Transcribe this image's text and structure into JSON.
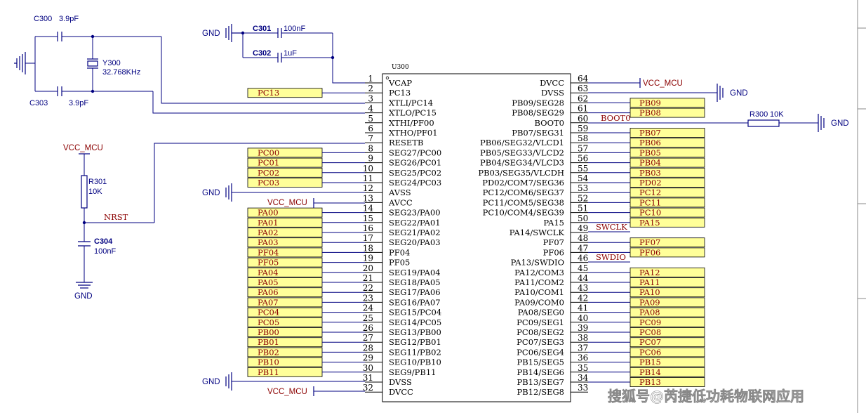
{
  "chip": {
    "designator": "U300",
    "left_pins": [
      {
        "num": "1",
        "name": "VCAP"
      },
      {
        "num": "2",
        "name": "PC13"
      },
      {
        "num": "3",
        "name": "XTLI/PC14"
      },
      {
        "num": "4",
        "name": "XTLO/PC15"
      },
      {
        "num": "5",
        "name": "XTHI/PF00"
      },
      {
        "num": "6",
        "name": "XTHO/PF01"
      },
      {
        "num": "7",
        "name": "RESETB"
      },
      {
        "num": "8",
        "name": "SEG27/PC00"
      },
      {
        "num": "9",
        "name": "SEG26/PC01"
      },
      {
        "num": "10",
        "name": "SEG25/PC02"
      },
      {
        "num": "11",
        "name": "SEG24/PC03"
      },
      {
        "num": "12",
        "name": "AVSS"
      },
      {
        "num": "13",
        "name": "AVCC"
      },
      {
        "num": "14",
        "name": "SEG23/PA00"
      },
      {
        "num": "15",
        "name": "SEG22/PA01"
      },
      {
        "num": "16",
        "name": "SEG21/PA02"
      },
      {
        "num": "17",
        "name": "SEG20/PA03"
      },
      {
        "num": "18",
        "name": "PF04"
      },
      {
        "num": "19",
        "name": "PF05"
      },
      {
        "num": "20",
        "name": "SEG19/PA04"
      },
      {
        "num": "21",
        "name": "SEG18/PA05"
      },
      {
        "num": "22",
        "name": "SEG17/PA06"
      },
      {
        "num": "23",
        "name": "SEG16/PA07"
      },
      {
        "num": "24",
        "name": "SEG15/PC04"
      },
      {
        "num": "25",
        "name": "SEG14/PC05"
      },
      {
        "num": "26",
        "name": "SEG13/PB00"
      },
      {
        "num": "27",
        "name": "SEG12/PB01"
      },
      {
        "num": "28",
        "name": "SEG11/PB02"
      },
      {
        "num": "29",
        "name": "SEG10/PB10"
      },
      {
        "num": "30",
        "name": "SEG9/PB11"
      },
      {
        "num": "31",
        "name": "DVSS"
      },
      {
        "num": "32",
        "name": "DVCC"
      }
    ],
    "right_pins": [
      {
        "num": "64",
        "name": "DVCC"
      },
      {
        "num": "63",
        "name": "DVSS"
      },
      {
        "num": "62",
        "name": "PB09/SEG28"
      },
      {
        "num": "61",
        "name": "PB08/SEG29"
      },
      {
        "num": "60",
        "name": "BOOT0"
      },
      {
        "num": "59",
        "name": "PB07/SEG31"
      },
      {
        "num": "58",
        "name": "PB06/SEG32/VLCD1"
      },
      {
        "num": "57",
        "name": "PB05/SEG33/VLCD2"
      },
      {
        "num": "56",
        "name": "PB04/SEG34/VLCD3"
      },
      {
        "num": "55",
        "name": "PB03/SEG35/VLCDH"
      },
      {
        "num": "54",
        "name": "PD02/COM7/SEG36"
      },
      {
        "num": "53",
        "name": "PC12/COM6/SEG37"
      },
      {
        "num": "52",
        "name": "PC11/COM5/SEG38"
      },
      {
        "num": "51",
        "name": "PC10/COM4/SEG39"
      },
      {
        "num": "50",
        "name": "PA15"
      },
      {
        "num": "49",
        "name": "PA14/SWCLK"
      },
      {
        "num": "48",
        "name": "PF07"
      },
      {
        "num": "47",
        "name": "PF06"
      },
      {
        "num": "46",
        "name": "PA13/SWDIO"
      },
      {
        "num": "45",
        "name": "PA12/COM3"
      },
      {
        "num": "44",
        "name": "PA11/COM2"
      },
      {
        "num": "43",
        "name": "PA10/COM1"
      },
      {
        "num": "42",
        "name": "PA09/COM0"
      },
      {
        "num": "41",
        "name": "PA08/SEG0"
      },
      {
        "num": "40",
        "name": "PC09/SEG1"
      },
      {
        "num": "39",
        "name": "PC08/SEG2"
      },
      {
        "num": "38",
        "name": "PC07/SEG3"
      },
      {
        "num": "37",
        "name": "PC06/SEG4"
      },
      {
        "num": "36",
        "name": "PB15/SEG5"
      },
      {
        "num": "35",
        "name": "PB14/SEG6"
      },
      {
        "num": "34",
        "name": "PB13/SEG7"
      },
      {
        "num": "33",
        "name": "PB12/SEG8"
      }
    ]
  },
  "left_nets": {
    "2": "PC13",
    "8": "PC00",
    "9": "PC01",
    "10": "PC02",
    "11": "PC03",
    "14": "PA00",
    "15": "PA01",
    "16": "PA02",
    "17": "PA03",
    "18": "PF04",
    "19": "PF05",
    "20": "PA04",
    "21": "PA05",
    "22": "PA06",
    "23": "PA07",
    "24": "PC04",
    "25": "PC05",
    "26": "PB00",
    "27": "PB01",
    "28": "PB02",
    "29": "PB10",
    "30": "PB11"
  },
  "right_nets": {
    "62": "PB09",
    "61": "PB08",
    "59": "PB07",
    "58": "PB06",
    "57": "PB05",
    "56": "PB04",
    "55": "PB03",
    "54": "PD02",
    "53": "PC12",
    "52": "PC11",
    "51": "PC10",
    "50": "PA15",
    "48": "PF07",
    "47": "PF06",
    "45": "PA12",
    "44": "PA11",
    "43": "PA10",
    "42": "PA09",
    "41": "PA08",
    "40": "PC09",
    "39": "PC08",
    "38": "PC07",
    "37": "PC06",
    "36": "PB15",
    "35": "PB14",
    "34": "PB13"
  },
  "signal_labels": {
    "boot0": "BOOT0",
    "swclk": "SWCLK",
    "swdio": "SWDIO",
    "nrst": "NRST"
  },
  "power": {
    "gnd": "GND",
    "vcc_mcu": "VCC_MCU"
  },
  "components": {
    "c300": {
      "des": "C300",
      "val": "3.9pF"
    },
    "c303": {
      "des": "C303",
      "val": "3.9pF"
    },
    "y300": {
      "des": "Y300",
      "val": "32.768KHz"
    },
    "c301": {
      "des": "C301",
      "val": "100nF"
    },
    "c302": {
      "des": "C302",
      "val": "1uF"
    },
    "r300": {
      "des": "R300",
      "val": "10K"
    },
    "r301": {
      "des": "R301",
      "val": "10K"
    },
    "c304": {
      "des": "C304",
      "val": "100nF"
    }
  },
  "watermark": "搜狐号@芮捷低功耗物联网应用"
}
